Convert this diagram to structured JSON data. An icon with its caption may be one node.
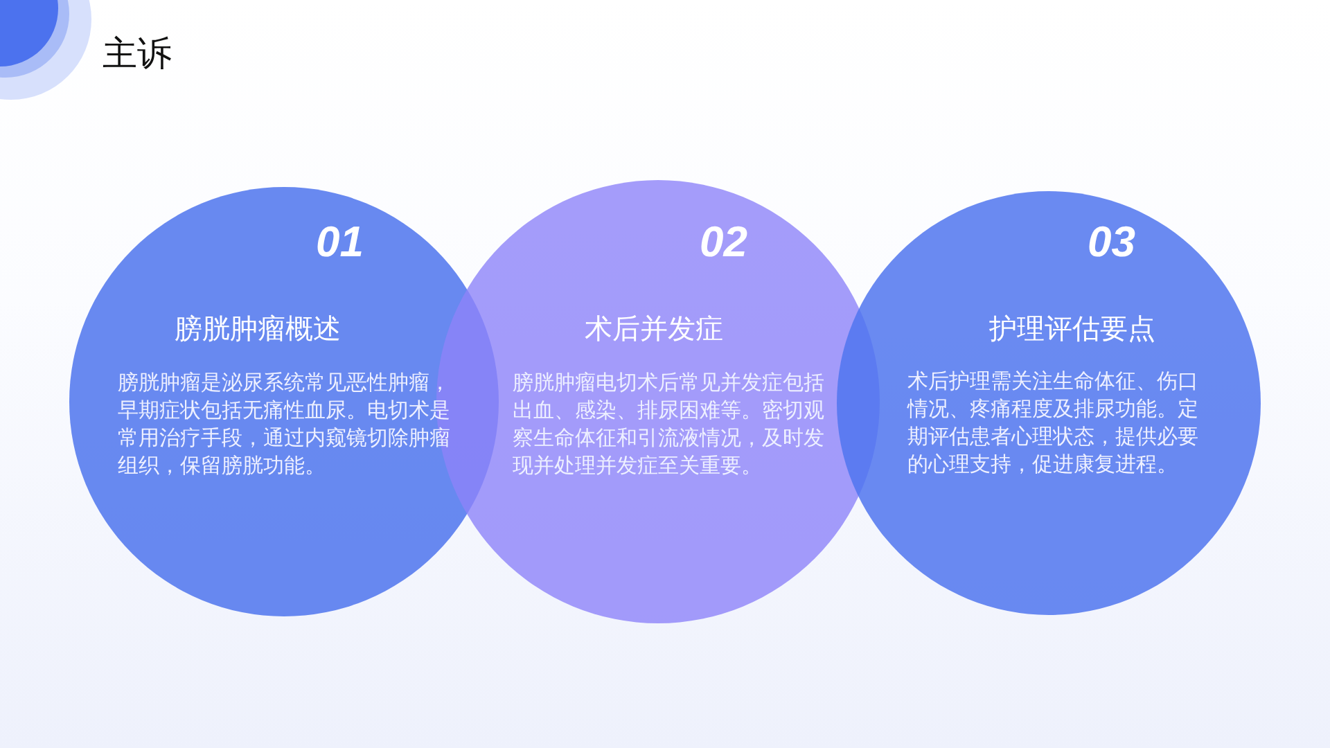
{
  "diagram": {
    "title": "主诉",
    "nodes": [
      {
        "text": [
          "01",
          "膀胱肿瘤概述",
          "膀胱肿瘤是泌尿系统常见恶性肿瘤，早期症状包括无痛性血尿。电切术是常用治疗手段，通过内窥镜切除肿瘤组织，保留膀胱功能。"
        ]
      },
      {
        "text": [
          "02",
          "术后并发症",
          "膀胱肿瘤电切术后常见并发症包括出血、感染、排尿困难等。密切观察生命体征和引流液情况，及时发现并处理并发症至关重要。"
        ]
      },
      {
        "text": [
          "03",
          "护理评估要点",
          "术后护理需关注生命体征、伤口情况、疼痛程度及排尿功能。定期评估患者心理状态，提供必要的心理支持，促进康复进程。"
        ]
      }
    ]
  }
}
